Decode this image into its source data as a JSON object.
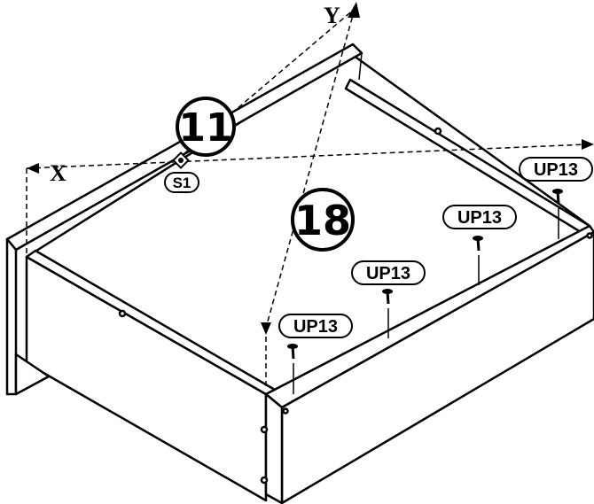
{
  "diagram": {
    "part_labels": {
      "side_panel": "11",
      "bottom_panel": "18"
    },
    "hardware_labels": {
      "cam_fitting": "S1",
      "screws": [
        "UP13",
        "UP13",
        "UP13",
        "UP13"
      ]
    },
    "axis_labels": {
      "x": "X",
      "y": "Y"
    }
  }
}
